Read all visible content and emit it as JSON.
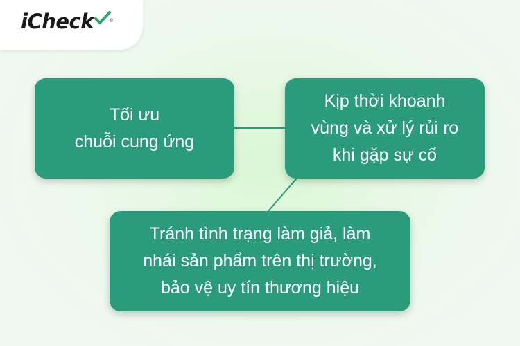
{
  "brand": {
    "name": "iCheck",
    "reg_mark": "®",
    "check_color": "#2aa56a"
  },
  "colors": {
    "box": "#2a9b7b",
    "connector": "#2a9b7b",
    "box_text": "#ffffff"
  },
  "nodes": [
    {
      "id": "node-1",
      "lines": [
        "Tối ưu",
        "chuỗi cung ứng"
      ]
    },
    {
      "id": "node-2",
      "lines": [
        "Kịp thời khoanh",
        "vùng và xử lý rủi ro",
        "khi gặp sự cố"
      ]
    },
    {
      "id": "node-3",
      "lines": [
        "Tránh tình trạng làm giả, làm",
        "nhái sản phẩm trên thị trường,",
        "bảo vệ uy tín thương hiệu"
      ]
    }
  ],
  "edges": [
    {
      "from": "node-1",
      "to": "node-2"
    },
    {
      "from": "node-2",
      "to": "node-3"
    }
  ]
}
